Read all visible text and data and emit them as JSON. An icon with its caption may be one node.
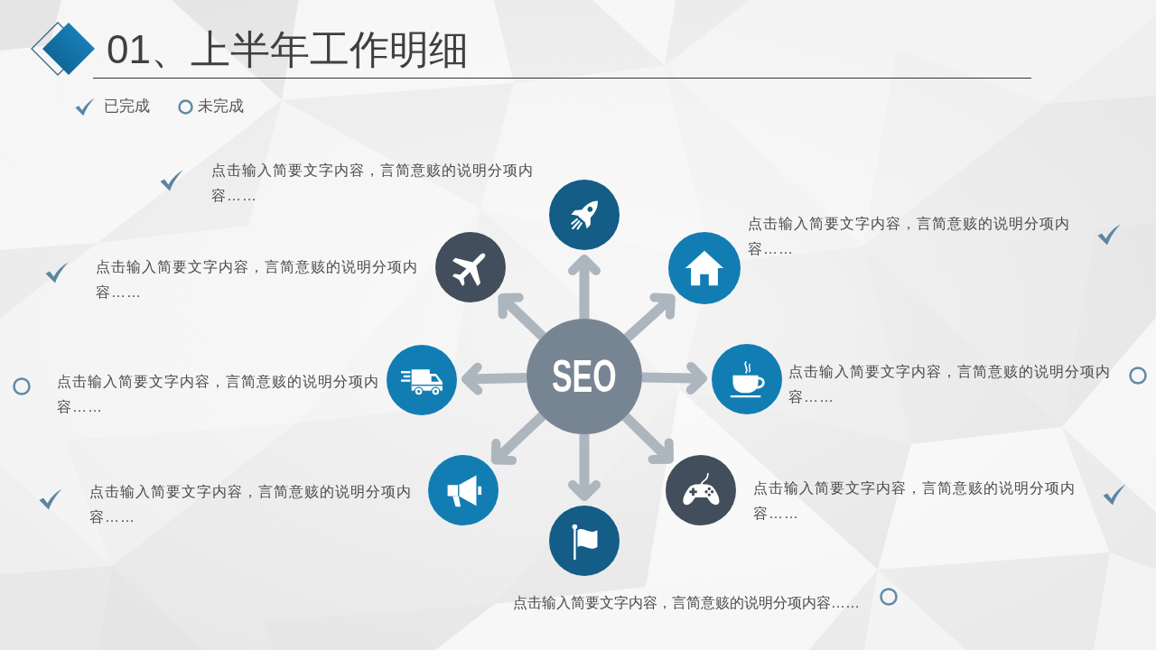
{
  "diagram": {
    "title": "01、上半年工作明细",
    "nodes": [
      {
        "text": [],
        "shape": "circle",
        "beside": [
          "点击输入简要文字内容，言简意赅的说明分项内容……"
        ]
      },
      {
        "text": [],
        "shape": "circle",
        "beside": [
          "点击输入简要文字内容，言简意赅的说明分项内容……"
        ]
      },
      {
        "text": [],
        "shape": "circle",
        "beside": [
          "点击输入简要文字内容，言简意赅的说明分项内容……"
        ]
      },
      {
        "text": [],
        "shape": "circle",
        "beside": [
          "点击输入简要文字内容，言简意赅的说明分项内容……"
        ]
      },
      {
        "text": [
          "SEO"
        ]
      },
      {
        "text": [],
        "shape": "circle",
        "beside": [
          "点击输入简要文字内容，言简意赅的说明分项内容……"
        ]
      },
      {
        "text": [],
        "shape": "circle",
        "beside": [
          "点击输入简要文字内容，言简意赅的说明分项内容……"
        ]
      },
      {
        "text": [],
        "shape": "circle",
        "beside": [
          "点击输入简要文字内容，言简意赅的说明分项内容……"
        ]
      },
      {
        "text": [],
        "shape": "circle",
        "beside": [
          "点击输入简要文字内容，言简意赅的说明分项内容……"
        ]
      }
    ],
    "edges": [
      {
        "from": 4,
        "to": 0,
        "arrow": "to"
      },
      {
        "from": 4,
        "to": 2,
        "arrow": "to"
      },
      {
        "from": 4,
        "to": 5,
        "arrow": "to"
      },
      {
        "from": 4,
        "to": 7,
        "arrow": "to"
      },
      {
        "from": 4,
        "to": 8,
        "arrow": "to"
      },
      {
        "from": 4,
        "to": 6,
        "arrow": "to"
      },
      {
        "from": 4,
        "to": 3,
        "arrow": "to"
      },
      {
        "from": 4,
        "to": 1,
        "arrow": "to"
      }
    ],
    "legend": [
      {
        "text": "已完成"
      },
      {
        "text": "未完成"
      }
    ]
  }
}
